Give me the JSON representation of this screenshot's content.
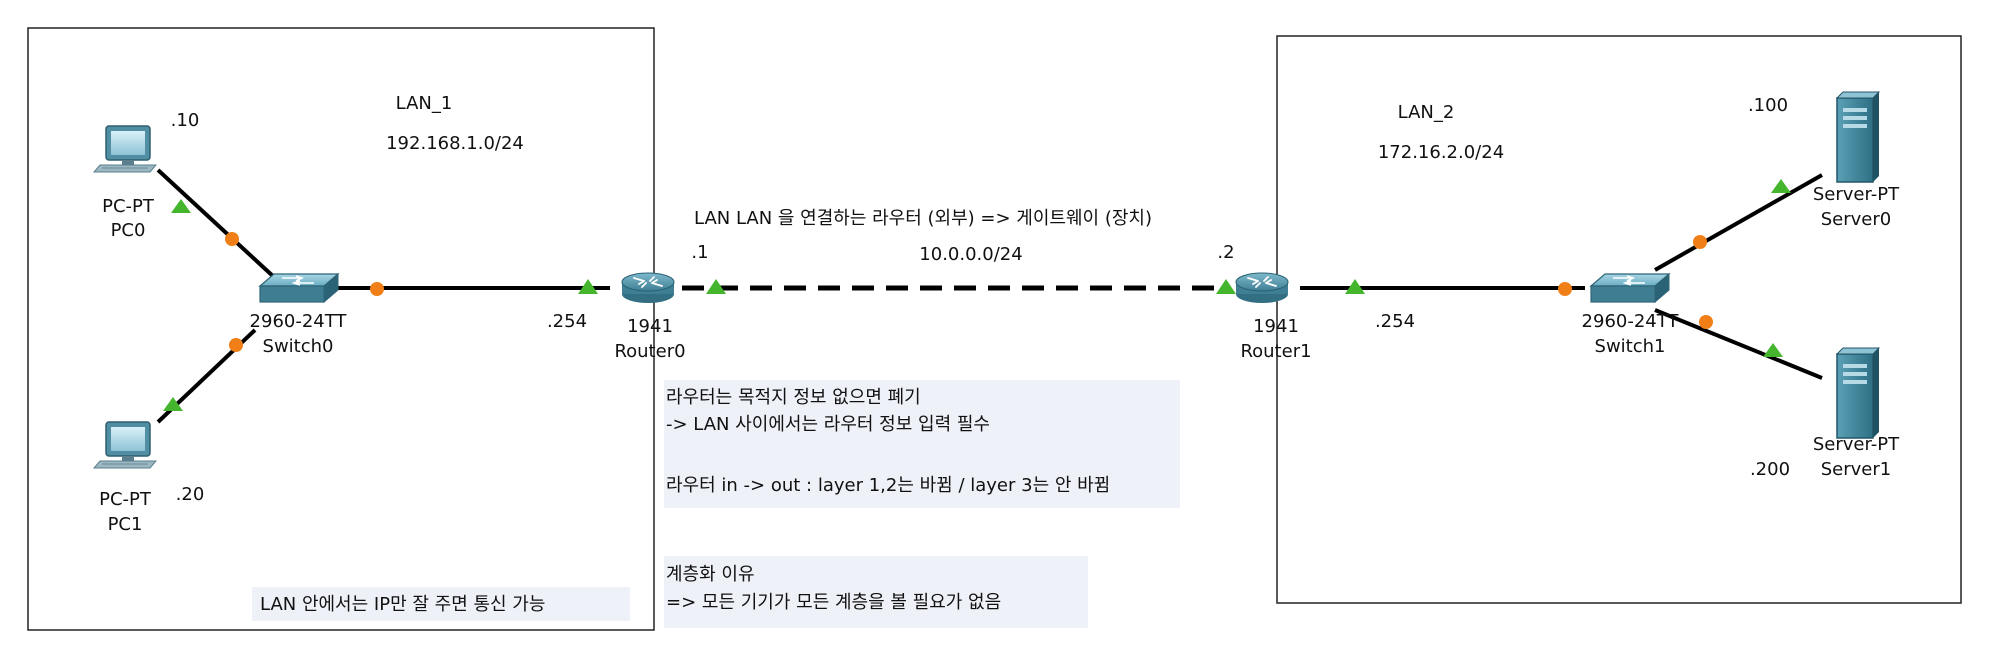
{
  "lan1": {
    "name": "LAN_1",
    "network": "192.168.1.0/24",
    "note": "LAN 안에서는 IP만 잘 주면 통신 가능"
  },
  "lan2": {
    "name": "LAN_2",
    "network": "172.16.2.0/24"
  },
  "wan": {
    "caption": "LAN LAN 을 연결하는 라우터 (외부) => 게이트웨이 (장치)",
    "network": "10.0.0.0/24",
    "left_ip": ".1",
    "right_ip": ".2"
  },
  "devices": {
    "pc0": {
      "model": "PC-PT",
      "name": "PC0",
      "ip": ".10"
    },
    "pc1": {
      "model": "PC-PT",
      "name": "PC1",
      "ip": ".20"
    },
    "switch0": {
      "model": "2960-24TT",
      "name": "Switch0"
    },
    "router0": {
      "model": "1941",
      "name": "Router0",
      "lan_ip": ".254"
    },
    "router1": {
      "model": "1941",
      "name": "Router1",
      "lan_ip": ".254"
    },
    "switch1": {
      "model": "2960-24TT",
      "name": "Switch1"
    },
    "server0": {
      "model": "Server-PT",
      "name": "Server0",
      "ip": ".100"
    },
    "server1": {
      "model": "Server-PT",
      "name": "Server1",
      "ip": ".200"
    }
  },
  "notes": {
    "router_drop_1": "라우터는 목적지 정보 없으면 폐기",
    "router_drop_2": "-> LAN 사이에서는 라우터 정보 입력 필수",
    "layers": "라우터 in -> out : layer 1,2는 바뀜 / layer 3는 안 바뀜",
    "hier_1": "계층화 이유",
    "hier_2": "=> 모든 기기가 모든 계층을 볼 필요가 없음"
  }
}
